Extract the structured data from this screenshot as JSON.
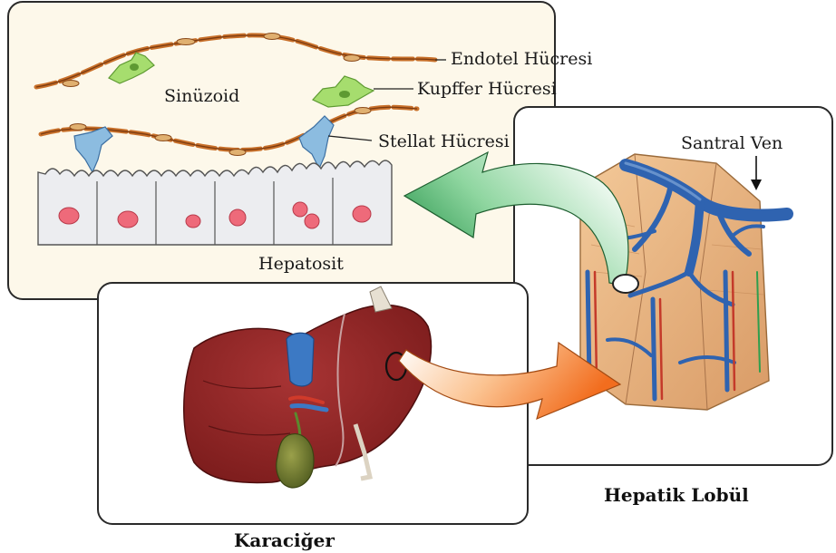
{
  "labels": {
    "endotel": "Endotel Hücresi",
    "kupffer": "Kupffer Hücresi",
    "sinuzoid": "Sinüzoid",
    "stellat": "Stellat Hücresi",
    "hepatosit": "Hepatosit",
    "santral_ven": "Santral Ven"
  },
  "captions": {
    "liver": "Karaciğer",
    "lobule": "Hepatik Lobül"
  },
  "colors": {
    "panel_bg": "#fdf8ea",
    "liver": "#8e2323",
    "vein_blue": "#2f63b0",
    "lobule_tissue": "#e7b37e",
    "arrow_green": "#2f9e4e",
    "arrow_orange": "#f07a2a",
    "endothelium": "#c8702a",
    "kupffer_green": "#9ed86a",
    "stellate_blue": "#8cbce0",
    "nucleus_pink": "#ee6a7a"
  }
}
